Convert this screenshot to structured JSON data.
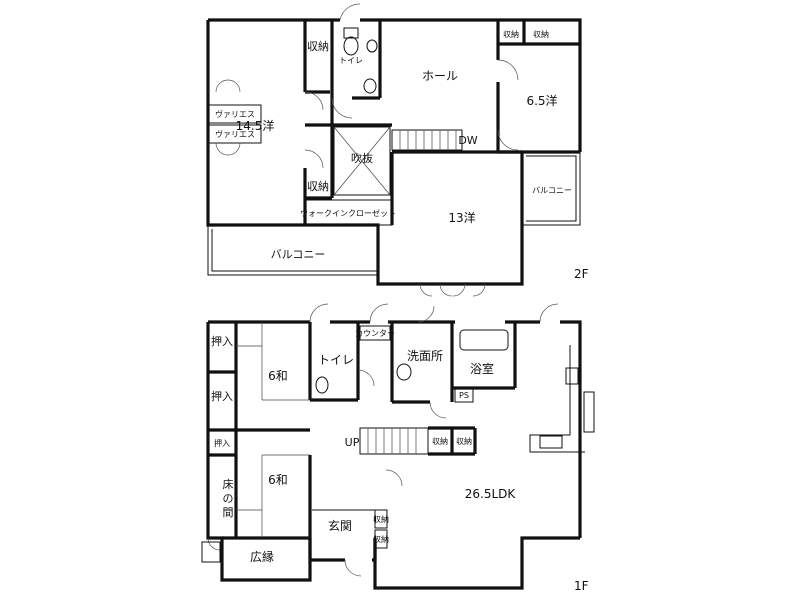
{
  "floors": {
    "second": {
      "tag": "2F",
      "rooms": {
        "western_14_5": "14.5洋",
        "storage_top": "収納",
        "toilet": "トイレ",
        "hall": "ホール",
        "storage_a": "収納",
        "storage_b": "収納",
        "western_6_5": "6.5洋",
        "valance_1": "ヴァリエス",
        "valance_2": "ヴァリエス",
        "void": "吹抜",
        "dw": "DW",
        "storage_mid": "収納",
        "walk_in_closet": "ウォークインクローゼット",
        "western_13": "13洋",
        "balcony_right": "バルコニー",
        "balcony_bottom": "バルコニー"
      }
    },
    "first": {
      "tag": "1F",
      "rooms": {
        "closet_1": "押入",
        "closet_2": "押入",
        "closet_3": "押入",
        "tatami_6_top": "6和",
        "tatami_6_bottom": "6和",
        "toilet": "トイレ",
        "counter": "カウンター",
        "washroom": "洗面所",
        "bathroom": "浴室",
        "ps": "PS",
        "up": "UP",
        "storage_1": "収納",
        "storage_2": "収納",
        "ldk": "26.5LDK",
        "tokonoma_1": "床",
        "tokonoma_2": "の",
        "tokonoma_3": "間",
        "entrance": "玄関",
        "storage_e1": "収納",
        "storage_e2": "収納",
        "veranda": "広縁"
      }
    }
  }
}
